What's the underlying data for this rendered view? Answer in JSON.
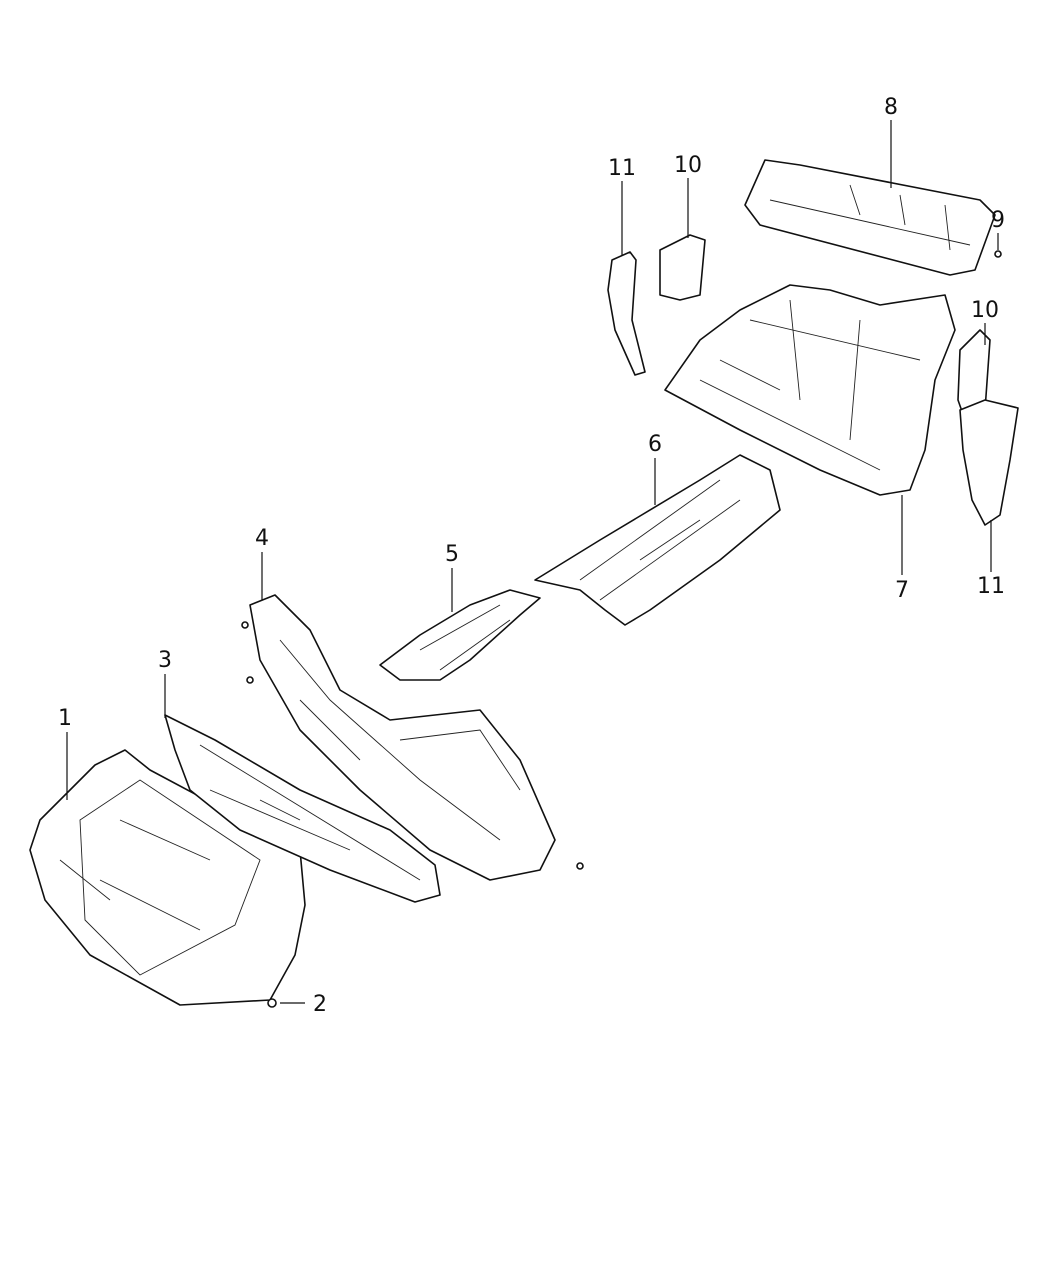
{
  "callouts": {
    "c1": "1",
    "c2": "2",
    "c3": "3",
    "c4": "4",
    "c5": "5",
    "c6": "6",
    "c7": "7",
    "c8": "8",
    "c9": "9",
    "c10a": "10",
    "c10b": "10",
    "c11a": "11",
    "c11b": "11"
  }
}
